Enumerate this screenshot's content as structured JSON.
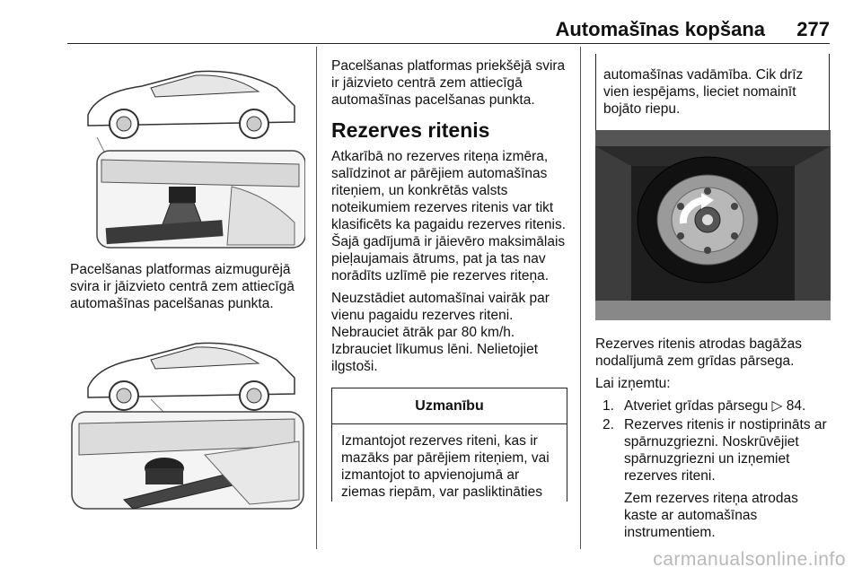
{
  "header": {
    "title": "Automašīnas kopšana",
    "page_number": "277"
  },
  "col1": {
    "caption1": "Pacelšanas platformas aizmugurējā svira ir jāizvieto centrā zem attiecīgā automašīnas pacelšanas punkta."
  },
  "col2": {
    "para1": "Pacelšanas platformas priekšējā svira ir jāizvieto centrā zem attiecīgā automašīnas pacelšanas punkta.",
    "heading": "Rezerves ritenis",
    "para2": "Atkarībā no rezerves riteņa izmēra, salīdzinot ar pārējiem automašīnas riteņiem, un konkrētās valsts noteikumiem rezerves ritenis var tikt klasificēts ka pagaidu rezerves ritenis. Šajā gadījumā ir jāievēro maksimālais pieļaujamais ātrums, pat ja tas nav norādīts uzlīmē pie rezerves riteņa.",
    "para3": "Neuzstādiet automašīnai vairāk par vienu pagaidu rezerves riteni. Nebrauciet ātrāk par 80 km/h. Izbrauciet līkumus lēni. Nelietojiet ilgstoši.",
    "caution_title": "Uzmanību",
    "caution_text": "Izmantojot rezerves riteni, kas ir mazāks par pārējiem riteņiem, vai izmantojot to apvienojumā ar ziemas riepām, var pasliktināties"
  },
  "col3": {
    "box_cont": "automašīnas vadāmība. Cik drīz vien iespējams, lieciet nomainīt bojāto riepu.",
    "para1": "Rezerves ritenis atrodas bagāžas nodalījumā zem grīdas pārsega.",
    "para2": "Lai izņemtu:",
    "steps": [
      {
        "num": "1.",
        "text": "Atveriet grīdas pārsegu ▷ 84."
      },
      {
        "num": "2.",
        "text": "Rezerves ritenis ir nostiprināts ar spārnuzgriezni. Noskrūvējiet spārnuzgriezni un izņemiet rezerves riteni."
      }
    ],
    "step2_extra": "Zem rezerves riteņa atrodas kaste ar automašīnas instrumentiem."
  },
  "watermark": "carmanualsonline.info"
}
